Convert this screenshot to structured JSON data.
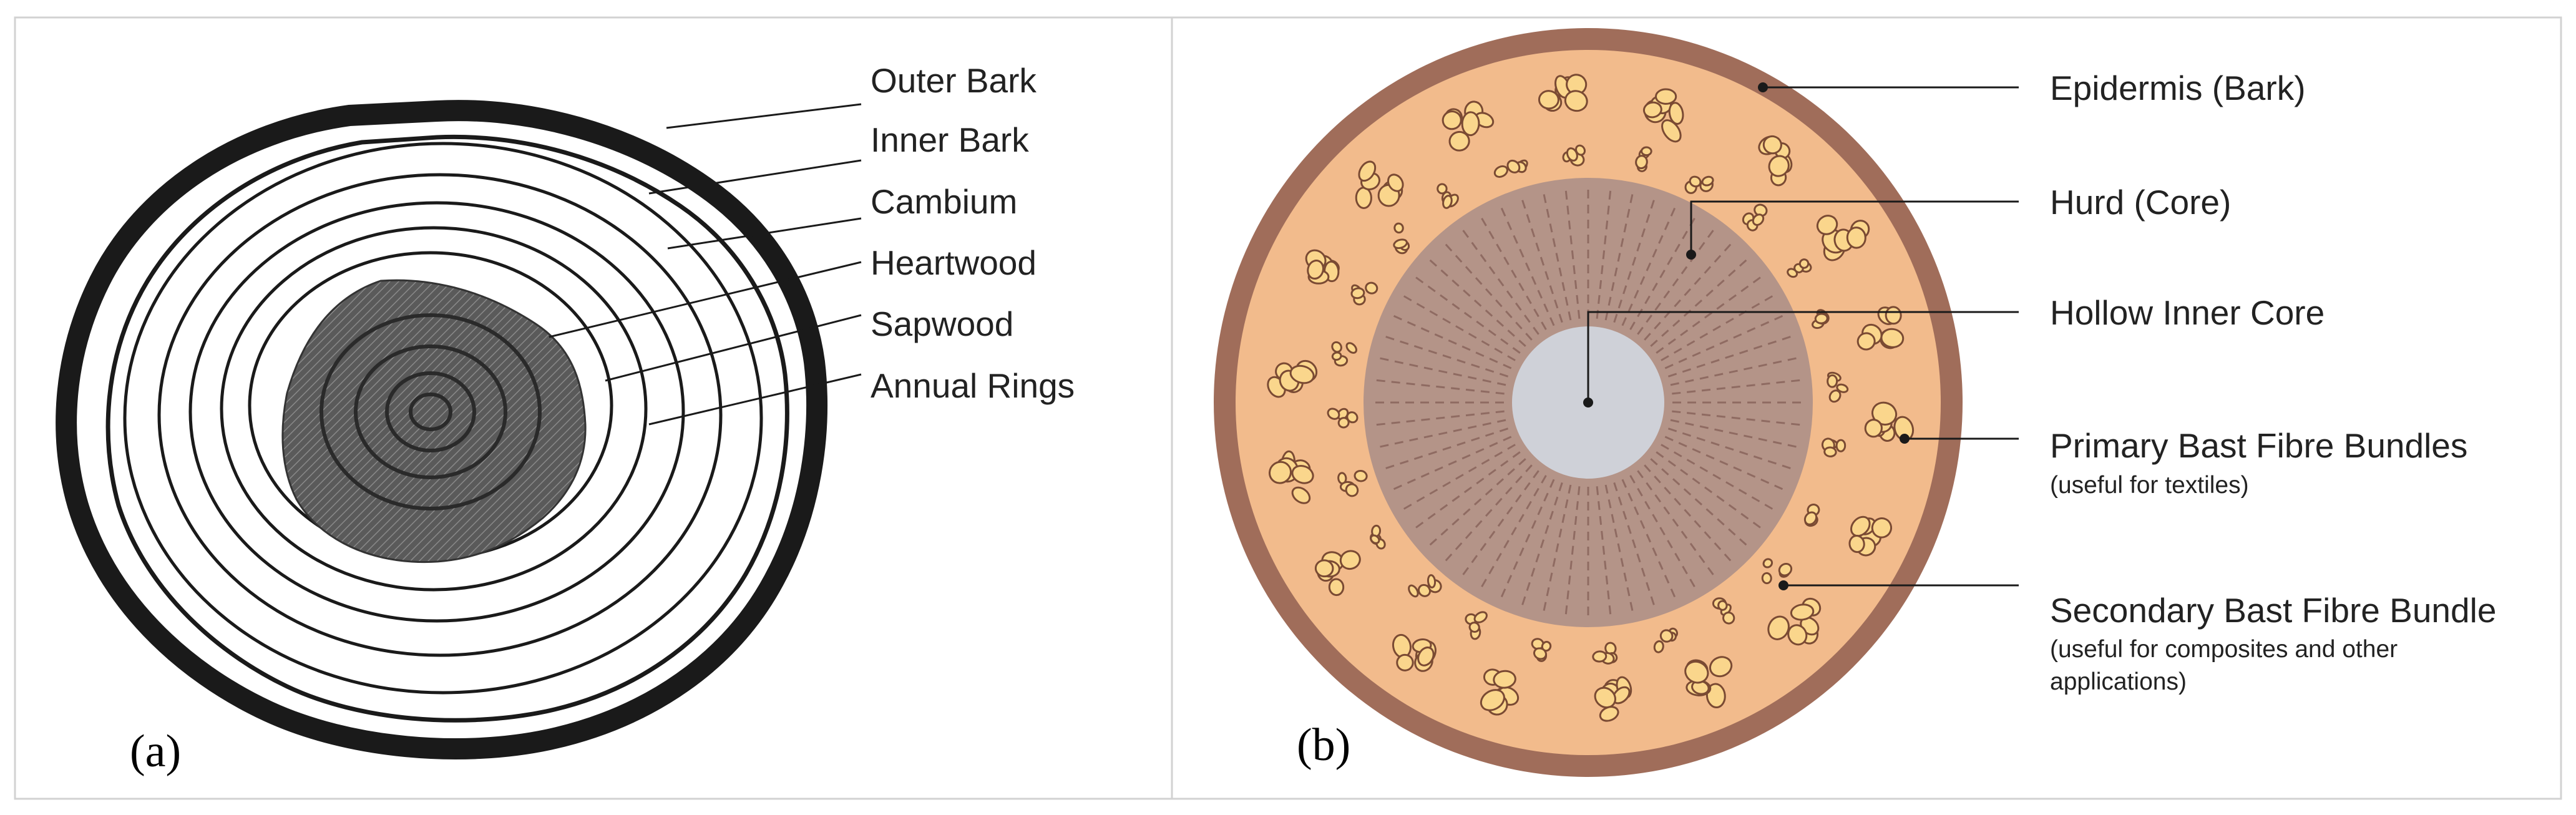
{
  "panel_a": {
    "panel_label": "(a)",
    "labels": {
      "outer_bark": "Outer Bark",
      "inner_bark": "Inner Bark",
      "cambium": "Cambium",
      "heartwood": "Heartwood",
      "sapwood": "Sapwood",
      "annual_rings": "Annual Rings"
    }
  },
  "panel_b": {
    "panel_label": "(b)",
    "labels": {
      "epidermis": "Epidermis (Bark)",
      "hurd": "Hurd (Core)",
      "hollow": "Hollow Inner Core",
      "primary": "Primary Bast Fibre Bundles",
      "primary_note": "(useful for textiles)",
      "secondary": "Secondary Bast Fibre Bundle",
      "secondary_note_1": "(useful for composites and other",
      "secondary_note_2": "applications)"
    },
    "colors": {
      "bark": "#a06d5a",
      "bast_layer": "#f2bb8c",
      "hurd": "#b49488",
      "hollow_core": "#cfd1d8",
      "fibre_cell": "#fad68c",
      "fibre_outline": "#7a4a33"
    }
  },
  "colors": {
    "panel_border": "#d2d2d2",
    "ink": "#1a1a1a",
    "heartwood_fill": "#4b4b4b"
  }
}
